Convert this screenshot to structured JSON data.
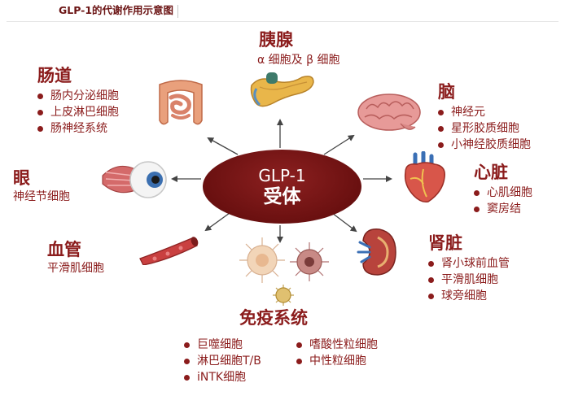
{
  "header": {
    "title": "GLP-1的代谢作用示意图"
  },
  "center": {
    "line1": "GLP-1",
    "line2": "受体"
  },
  "organs": {
    "intestine": {
      "title": "肠道",
      "items": [
        "肠内分泌细胞",
        "上皮淋巴细胞",
        "肠神经系统"
      ]
    },
    "pancreas": {
      "title": "胰腺",
      "subtitle": "α 细胞及 β 细胞"
    },
    "brain": {
      "title": "脑",
      "items": [
        "神经元",
        "星形胶质细胞",
        "小神经胶质细胞"
      ]
    },
    "eye": {
      "title": "眼",
      "subtitle": "神经节细胞"
    },
    "heart": {
      "title": "心脏",
      "items": [
        "心肌细胞",
        "窦房结"
      ]
    },
    "vessel": {
      "title": "血管",
      "subtitle": "平滑肌细胞"
    },
    "kidney": {
      "title": "肾脏",
      "items": [
        "肾小球前血管",
        "平滑肌细胞",
        "球旁细胞"
      ]
    },
    "immune": {
      "title": "免疫系统",
      "items_left": [
        "巨噬细胞",
        "淋巴细胞T/B",
        "iNTK细胞"
      ],
      "items_right": [
        "嗜酸性粒细胞",
        "中性粒细胞"
      ]
    }
  },
  "colors": {
    "accent": "#8b1c1c",
    "center_fill": "#6a1010",
    "arrow": "#444444"
  },
  "icons": [
    "intestine-icon",
    "pancreas-icon",
    "brain-icon",
    "eye-icon",
    "heart-icon",
    "blood-vessel-icon",
    "kidney-icon",
    "immune-cell-icon"
  ]
}
